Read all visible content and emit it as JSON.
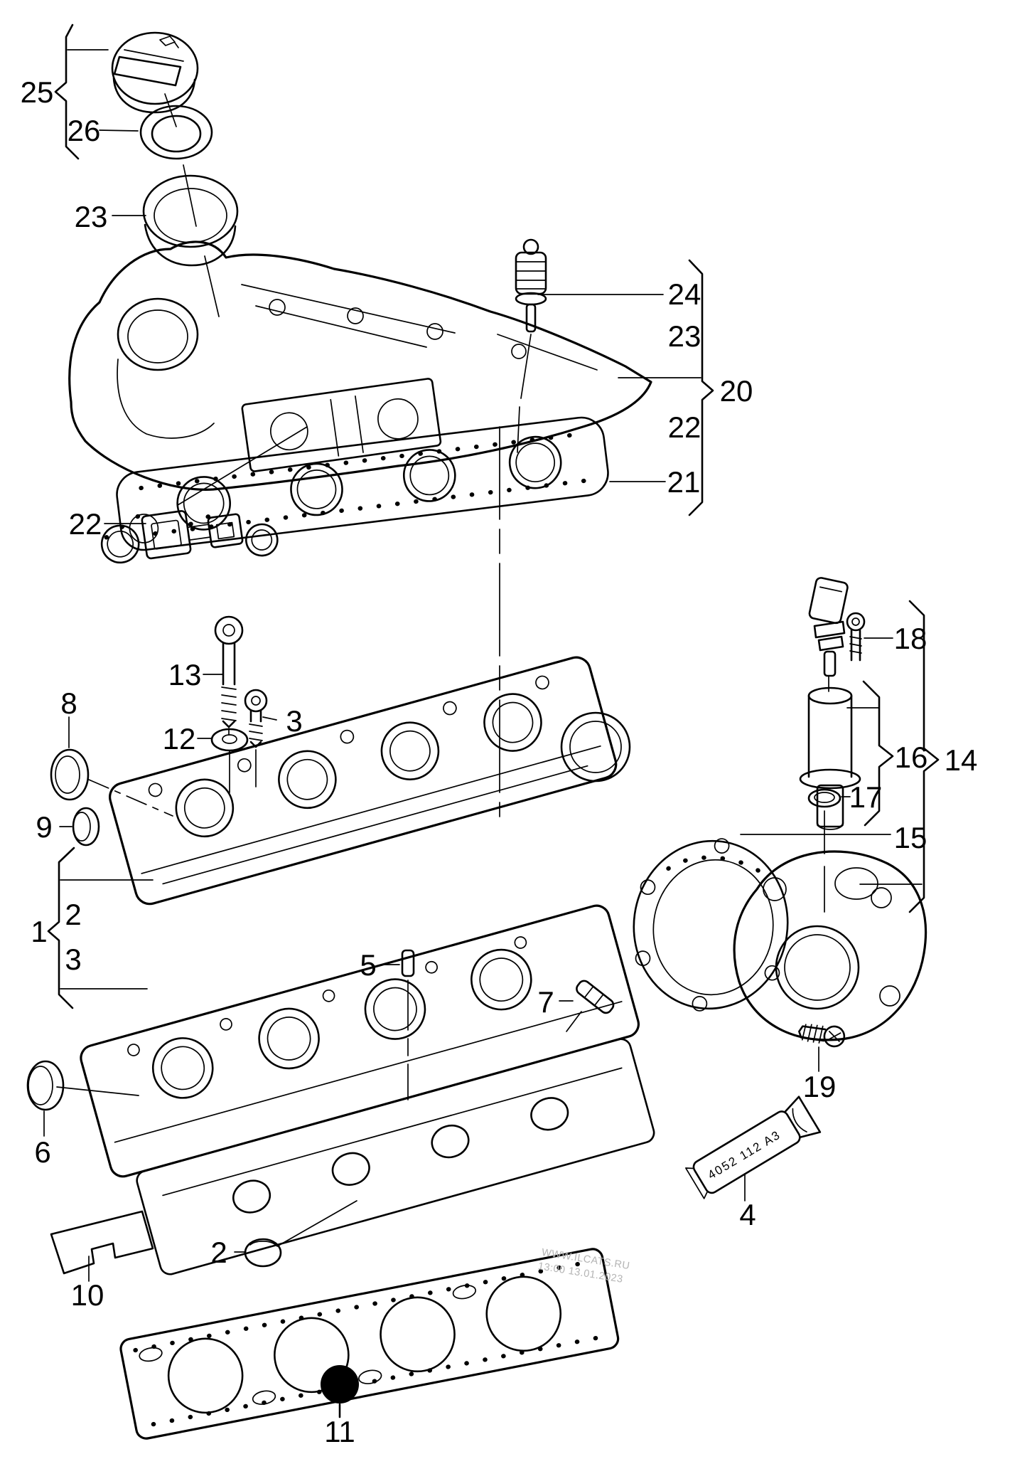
{
  "diagram": {
    "kind": "exploded-parts-diagram",
    "subject": "cylinder head",
    "colors": {
      "ink": "#000000",
      "background": "#ffffff",
      "watermark_gray": "#b4b4b4",
      "marker_fill": "#000000"
    },
    "watermark": {
      "line1": "WWW.ILCATS.RU",
      "line2": "13:00 13.01.2023"
    },
    "sealant_tube": {
      "part_code": "4052 112 A3"
    },
    "callouts": {
      "n25": "25",
      "n26": "26",
      "n23_top": "23",
      "n24": "24",
      "n23_list": "23",
      "n20": "20",
      "n22_list": "22",
      "n21": "21",
      "n22_left": "22",
      "n13": "13",
      "n12": "12",
      "n3_bolt": "3",
      "n8": "8",
      "n9": "9",
      "n18": "18",
      "n16": "16",
      "n14": "14",
      "n17": "17",
      "n15": "15",
      "n19": "19",
      "n4": "4",
      "n1": "1",
      "n2_list": "2",
      "n3_list": "3",
      "n5": "5",
      "n7": "7",
      "n6": "6",
      "n10": "10",
      "n2_plug": "2",
      "n11": "11"
    }
  }
}
